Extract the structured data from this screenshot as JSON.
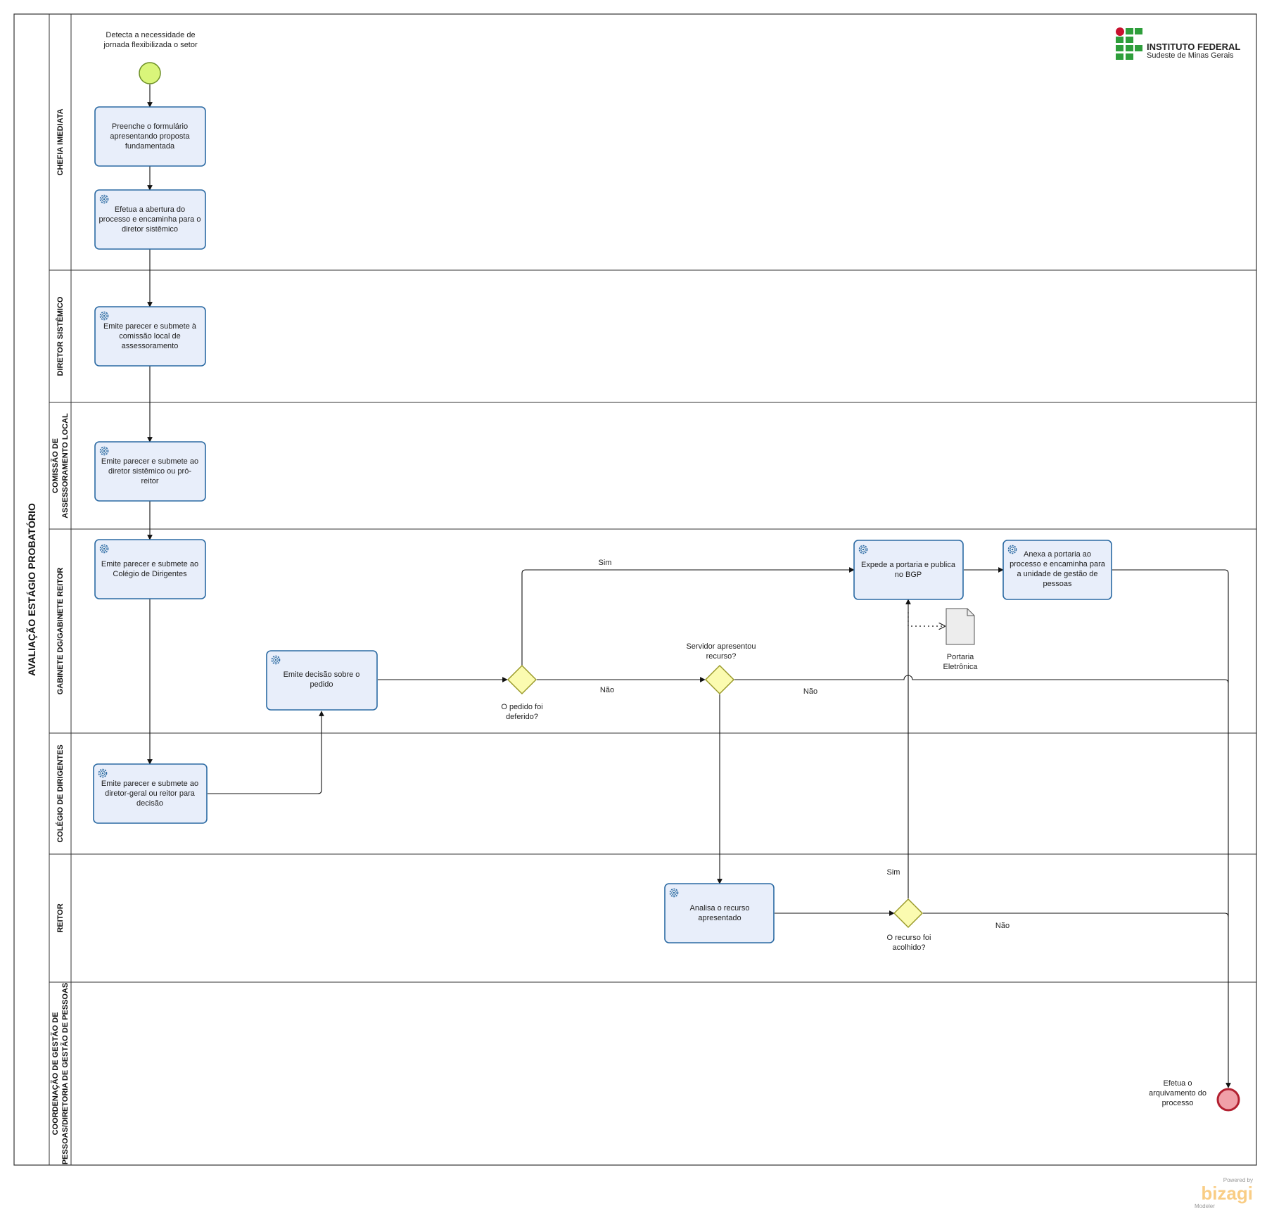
{
  "pool": {
    "title": "AVALIAÇÃO ESTÁGIO PROBATÓRIO"
  },
  "logo": {
    "line1": "INSTITUTO FEDERAL",
    "line2": "Sudeste de Minas Gerais"
  },
  "branding": {
    "powered": "Powered by",
    "name": "bizagi",
    "product": "Modeler"
  },
  "lanes": [
    {
      "id": "chefia",
      "label": [
        "CHEFIA IMEDIATA"
      ]
    },
    {
      "id": "diretor",
      "label": [
        "DIRETOR SISTÊMICO"
      ]
    },
    {
      "id": "comissao",
      "label": [
        "COMISSÃO DE",
        "ASSESSORAMENTO LOCAL"
      ]
    },
    {
      "id": "gabinete",
      "label": [
        "GABINETE DG/GABINETE REITOR"
      ]
    },
    {
      "id": "colegio",
      "label": [
        "COLÉGIO DE DIRIGENTES"
      ]
    },
    {
      "id": "reitor",
      "label": [
        "REITOR"
      ]
    },
    {
      "id": "coordenacao",
      "label": [
        "COORDENAÇÃO DE GESTÃO DE",
        "PESSOAS/DIRETORIA DE GESTÃO DE PESSOAS"
      ]
    }
  ],
  "events": {
    "start": {
      "label": [
        "Detecta a necessidade de",
        "jornada flexibilizada o setor"
      ]
    },
    "end": {
      "label": [
        "Efetua o",
        "arquivamento do",
        "processo"
      ]
    }
  },
  "tasks": [
    {
      "id": "t1",
      "service": false,
      "label": [
        "Preenche o formulário",
        "apresentando proposta",
        "fundamentada"
      ]
    },
    {
      "id": "t2",
      "service": true,
      "label": [
        "Efetua a abertura do",
        "processo e encaminha para o",
        "diretor sistêmico"
      ]
    },
    {
      "id": "t3",
      "service": true,
      "label": [
        "Emite parecer e submete à",
        "comissão local de",
        "assessoramento"
      ]
    },
    {
      "id": "t4",
      "service": true,
      "label": [
        "Emite parecer e submete ao",
        "diretor sistêmico ou pró-",
        "reitor"
      ]
    },
    {
      "id": "t5",
      "service": true,
      "label": [
        "Emite parecer e submete ao",
        "Colégio de Dirigentes"
      ]
    },
    {
      "id": "t6",
      "service": true,
      "label": [
        "Emite decisão sobre o",
        "pedido"
      ]
    },
    {
      "id": "t7",
      "service": true,
      "label": [
        "Emite parecer e submete ao",
        "diretor-geral ou reitor para",
        "decisão"
      ]
    },
    {
      "id": "t8",
      "service": true,
      "label": [
        "Expede a portaria e publica",
        "no BGP"
      ]
    },
    {
      "id": "t9",
      "service": true,
      "label": [
        "Anexa a portaria ao",
        "processo e encaminha para",
        "a unidade de gestão de",
        "pessoas"
      ]
    },
    {
      "id": "t10",
      "service": true,
      "label": [
        "Analisa o recurso",
        "apresentado"
      ]
    }
  ],
  "gateways": [
    {
      "id": "g1",
      "label": [
        "O pedido foi",
        "deferido?"
      ]
    },
    {
      "id": "g2",
      "label": [
        "Servidor apresentou",
        "recurso?"
      ]
    },
    {
      "id": "g3",
      "label": [
        "O recurso foi",
        "acolhido?"
      ]
    }
  ],
  "artifact": {
    "label": [
      "Portaria",
      "Eletrônica"
    ]
  },
  "flow_labels": {
    "g1_yes": "Sim",
    "g1_no": "Não",
    "g2_no": "Não",
    "g3_yes": "Sim",
    "g3_no": "Não"
  },
  "colors": {
    "task_fill": "#e8eefa",
    "task_stroke": "#2b6aa3",
    "gateway_fill": "#fbfbb0",
    "gateway_stroke": "#9a9a2a",
    "start_fill": "#d9f57a",
    "start_stroke": "#6b8e23",
    "end_fill": "#f0a0a8",
    "end_stroke": "#b22030",
    "logo_red": "#c8102e",
    "logo_green": "#2e9e3b",
    "bizagi_orange": "#f5a623"
  }
}
